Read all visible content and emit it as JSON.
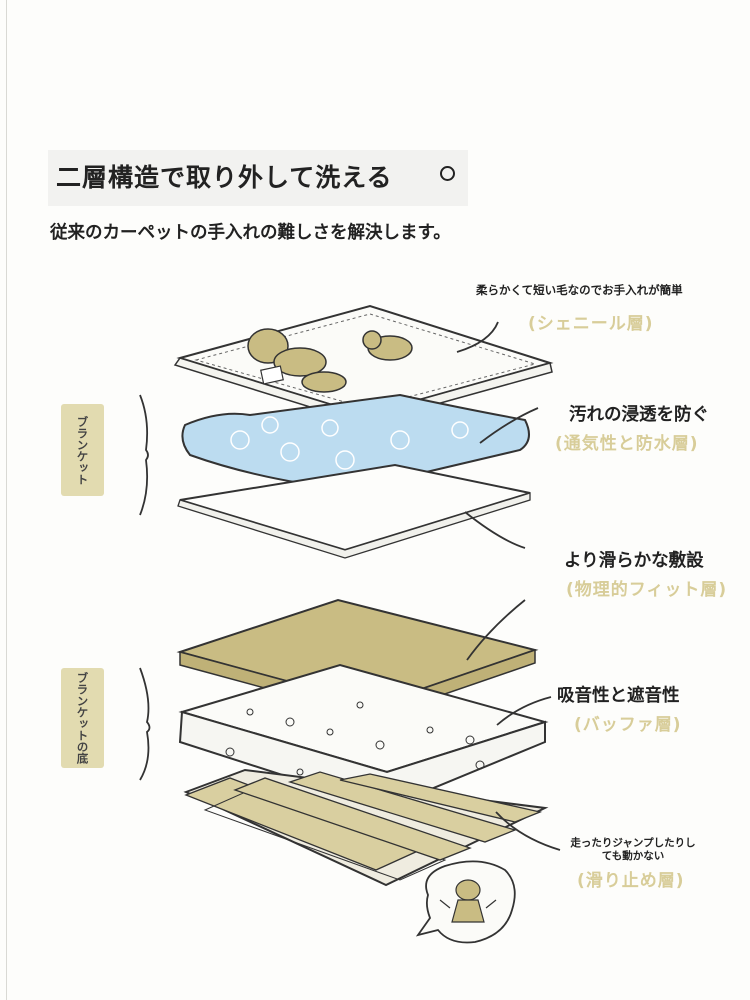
{
  "heading": {
    "title": "二層構造で取り外して洗える",
    "subtitle": "従来のカーペットの手入れの難しさを解決します。"
  },
  "side_tabs": [
    {
      "label": "ブランケット"
    },
    {
      "label": "ブランケットの底"
    }
  ],
  "layers": [
    {
      "description": "柔らかくて短い毛なのでお手入れが簡単",
      "name": "(シェニール層)"
    },
    {
      "description": "汚れの浸透を防ぐ",
      "name": "(通気性と防水層)"
    },
    {
      "description": "より滑らかな敷設",
      "name": "(物理的フィット層)"
    },
    {
      "description": "吸音性と遮音性",
      "name": "(バッファ層)"
    },
    {
      "description": "走ったりジャンプしたりしても動かない",
      "name": "(滑り止め層)"
    }
  ],
  "colors": {
    "khaki": "#c9bc83",
    "khaki_light": "#e2dbb0",
    "blue": "#bcdcf0",
    "label_muted": "#d8cd99"
  }
}
